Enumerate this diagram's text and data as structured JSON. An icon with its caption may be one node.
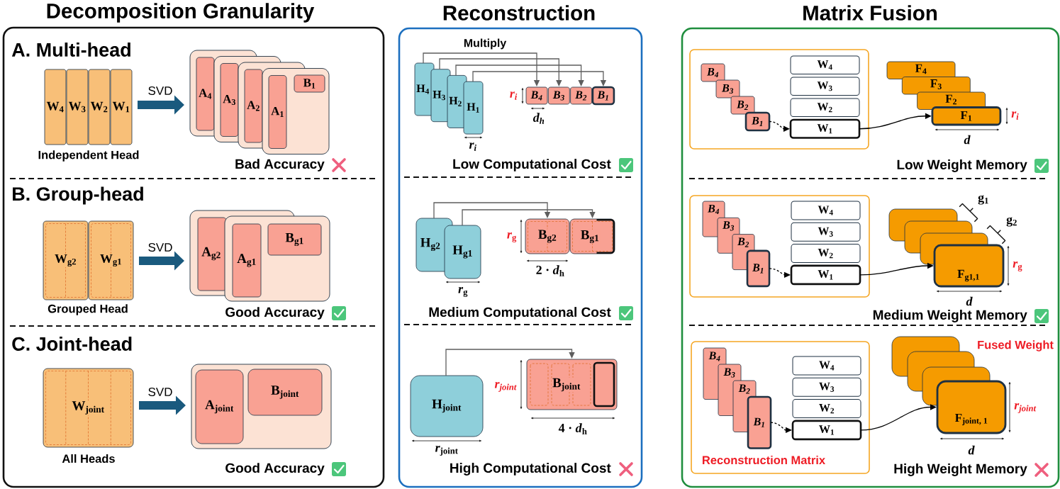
{
  "diagram": {
    "nodes": [
      {
        "text": [
          "Decomposition Granularity"
        ]
      },
      {
        "text": [
          "W$_{4}$"
        ],
        "in": 0
      },
      {
        "text": [
          "W$_{3}$"
        ],
        "in": 0
      },
      {
        "text": [
          "W$_{2}$"
        ],
        "in": 0
      },
      {
        "text": [
          "W$_{1}$"
        ],
        "in": 0
      },
      {
        "text": [],
        "shape": "box",
        "in": 0
      },
      {
        "text": [
          "A$_{4}$"
        ],
        "in": 5
      },
      {
        "text": [],
        "shape": "box",
        "in": 0
      },
      {
        "text": [
          "A$_{3}$"
        ]
      },
      {
        "text": [],
        "shape": "box",
        "in": 0
      },
      {
        "text": [
          "A$_{2}$"
        ]
      },
      {
        "text": [],
        "shape": "box",
        "in": 0
      },
      {
        "text": [
          "A$_{1}$"
        ]
      },
      {
        "text": [
          "B$_{1}$"
        ],
        "in": 11
      },
      {
        "text": [
          "W$_{g2}$"
        ],
        "in": 0
      },
      {
        "text": [
          "W$_{g1}$"
        ],
        "in": 0
      },
      {
        "text": [],
        "shape": "box",
        "in": 0
      },
      {
        "text": [
          "A$_{g2}$"
        ],
        "in": 16
      },
      {
        "text": [],
        "shape": "box",
        "in": 0
      },
      {
        "text": [
          "A$_{g1}$"
        ]
      },
      {
        "text": [
          "B$_{g1}$"
        ],
        "in": 18
      },
      {
        "text": [
          "W$_{joint}$"
        ],
        "in": 0
      },
      {
        "text": [],
        "shape": "box",
        "in": 0
      },
      {
        "text": [
          "A$_{joint}$"
        ],
        "in": 22
      },
      {
        "text": [
          "B$_{joint}$"
        ],
        "in": 22
      },
      {
        "text": [
          "Reconstruction"
        ]
      },
      {
        "text": [
          "H$_{4}$"
        ],
        "in": 25
      },
      {
        "text": [
          "H$_{3}$"
        ],
        "in": 25
      },
      {
        "text": [
          "H$_{2}$"
        ],
        "in": 25
      },
      {
        "text": [
          "H$_{1}$"
        ],
        "in": 25
      },
      {
        "text": [
          "B$_{4}$"
        ],
        "in": 25
      },
      {
        "text": [
          "B$_{3}$"
        ],
        "in": 25
      },
      {
        "text": [
          "B$_{2}$"
        ],
        "in": 25
      },
      {
        "text": [
          "B$_{1}$"
        ],
        "in": 25
      },
      {
        "text": [
          "H$_{g2}$"
        ],
        "in": 25
      },
      {
        "text": [
          "H$_{g1}$"
        ],
        "in": 25
      },
      {
        "text": [
          "B$_{g2}$"
        ],
        "in": 25
      },
      {
        "text": [
          "B$_{g1}$"
        ],
        "in": 25
      },
      {
        "text": [
          "H$_{joint}$"
        ],
        "in": 25
      },
      {
        "text": [
          "B$_{joint}$"
        ],
        "in": 25
      },
      {
        "text": [
          "Matrix Fusion"
        ]
      },
      {
        "text": [],
        "shape": "box",
        "in": 40
      },
      {
        "text": [
          "B$_{4}$"
        ],
        "in": 41
      },
      {
        "text": [
          "B$_{3}$"
        ],
        "in": 41
      },
      {
        "text": [
          "B$_{2}$"
        ],
        "in": 41
      },
      {
        "text": [
          "B$_{1}$"
        ],
        "in": 41
      },
      {
        "text": [
          "W$_{4}$"
        ],
        "in": 41
      },
      {
        "text": [
          "W$_{3}$"
        ],
        "in": 41
      },
      {
        "text": [
          "W$_{2}$"
        ],
        "in": 41
      },
      {
        "text": [
          "W$_{1}$"
        ],
        "in": 41
      },
      {
        "text": [
          "F$_{4}$"
        ],
        "in": 40
      },
      {
        "text": [
          "F$_{3}$"
        ],
        "in": 40
      },
      {
        "text": [
          "F$_{2}$"
        ],
        "in": 40
      },
      {
        "text": [
          "F$_{1}$"
        ],
        "in": 40
      },
      {
        "text": [],
        "shape": "box",
        "in": 40
      },
      {
        "text": [
          "B$_{4}$"
        ],
        "in": 54
      },
      {
        "text": [
          "B$_{3}$"
        ],
        "in": 54
      },
      {
        "text": [
          "B$_{2}$"
        ],
        "in": 54
      },
      {
        "text": [
          "B$_{1}$"
        ],
        "in": 54
      },
      {
        "text": [
          "W$_{4}$"
        ],
        "in": 54
      },
      {
        "text": [
          "W$_{3}$"
        ],
        "in": 54
      },
      {
        "text": [
          "W$_{2}$"
        ],
        "in": 54
      },
      {
        "text": [
          "W$_{1}$"
        ],
        "in": 54
      },
      {
        "text": [],
        "shape": "box",
        "in": 40
      },
      {
        "text": [],
        "shape": "box",
        "in": 40
      },
      {
        "text": [],
        "shape": "box",
        "in": 40
      },
      {
        "text": [
          "F$_{g1,1}$"
        ],
        "in": 40
      },
      {
        "text": [
          "Reconstruction Matrix"
        ],
        "in": 40
      },
      {
        "text": [
          "B$_{4}$"
        ],
        "in": 67
      },
      {
        "text": [
          "B$_{3}$"
        ],
        "in": 67
      },
      {
        "text": [
          "B$_{2}$"
        ],
        "in": 67
      },
      {
        "text": [
          "B$_{1}$"
        ],
        "in": 67
      },
      {
        "text": [
          "W$_{4}$"
        ],
        "in": 67
      },
      {
        "text": [
          "W$_{3}$"
        ],
        "in": 67
      },
      {
        "text": [
          "W$_{2}$"
        ],
        "in": 67
      },
      {
        "text": [
          "W$_{1}$"
        ],
        "in": 67
      },
      {
        "text": [],
        "shape": "box",
        "in": 40
      },
      {
        "text": [],
        "shape": "box",
        "in": 40
      },
      {
        "text": [],
        "shape": "box",
        "in": 40
      },
      {
        "text": [
          "F$_{joint, 1}$"
        ],
        "in": 40
      }
    ],
    "edges": [
      {
        "from": 4,
        "to": 5,
        "arrow": "to",
        "label": "SVD",
        "style": "thick",
        "color": "#1a5a7e"
      },
      {
        "from": 15,
        "to": 16,
        "arrow": "to",
        "label": "SVD",
        "style": "thick",
        "color": "#1a5a7e"
      },
      {
        "from": 21,
        "to": 22,
        "arrow": "to",
        "label": "SVD",
        "style": "thick",
        "color": "#1a5a7e"
      },
      {
        "from": 26,
        "to": 30,
        "arrow": "to"
      },
      {
        "from": 27,
        "to": 31,
        "arrow": "to"
      },
      {
        "from": 28,
        "to": 32,
        "arrow": "to"
      },
      {
        "from": 29,
        "to": 33,
        "arrow": "to"
      },
      {
        "from": 34,
        "to": 36,
        "arrow": "to"
      },
      {
        "from": 35,
        "to": 37,
        "arrow": "to"
      },
      {
        "from": 38,
        "to": 39,
        "arrow": "to"
      },
      {
        "from": 45,
        "to": 49,
        "arrow": "to",
        "style": "dashed",
        "color": "#000000"
      },
      {
        "from": 49,
        "to": 53,
        "arrow": "to",
        "color": "#000000"
      },
      {
        "from": 58,
        "to": 62,
        "arrow": "to",
        "style": "dashed",
        "color": "#000000"
      },
      {
        "from": 62,
        "to": 66,
        "arrow": "to",
        "color": "#000000"
      },
      {
        "from": 71,
        "to": 75,
        "arrow": "to",
        "style": "dashed",
        "color": "#000000"
      },
      {
        "from": 75,
        "to": 79,
        "arrow": "to",
        "color": "#000000"
      }
    ],
    "labels": [
      "A. Multi-head",
      "Independent Head",
      "Bad Accuracy",
      "B. Group-head",
      "Grouped Head",
      "Good Accuracy",
      "C. Joint-head",
      "All Heads",
      "Good Accuracy",
      "Multiply",
      "r$_{i}$",
      "d$_{h}$",
      "r$_{i}$",
      "Low Computational Cost",
      "*r*$_{g}$",
      "2 · *d*$_{h}$",
      "*r*$_{g}$",
      "Medium Computational Cost",
      "r$_{joint}$",
      "4 · *d*$_{h}$",
      "*r*$_{joint}$",
      "High Computational Cost",
      "r$_{i}$",
      "d",
      "Low Weight Memory",
      "g$_{1}$",
      "g$_{2}$",
      "*r*$_{g}$",
      "d",
      "Medium Weight Memory",
      "Fused Weight",
      "r$_{joint}$",
      "d",
      "High Weight Memory"
    ]
  }
}
